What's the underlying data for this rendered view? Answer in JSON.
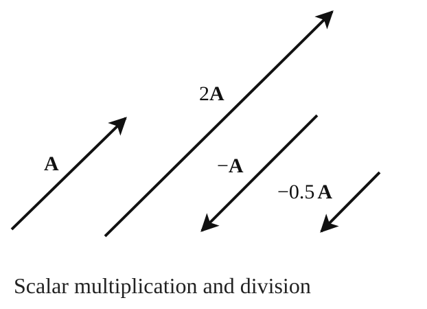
{
  "vectors": {
    "a": {
      "name": "A"
    },
    "two_a": {
      "coef": "2",
      "name": "A"
    },
    "neg_a": {
      "coef": "−",
      "name": "A"
    },
    "neg_half_a": {
      "coef": "−0.5",
      "name": "A"
    }
  },
  "caption": "Scalar multiplication and division",
  "colors": {
    "ink": "#111111",
    "background": "#ffffff"
  }
}
